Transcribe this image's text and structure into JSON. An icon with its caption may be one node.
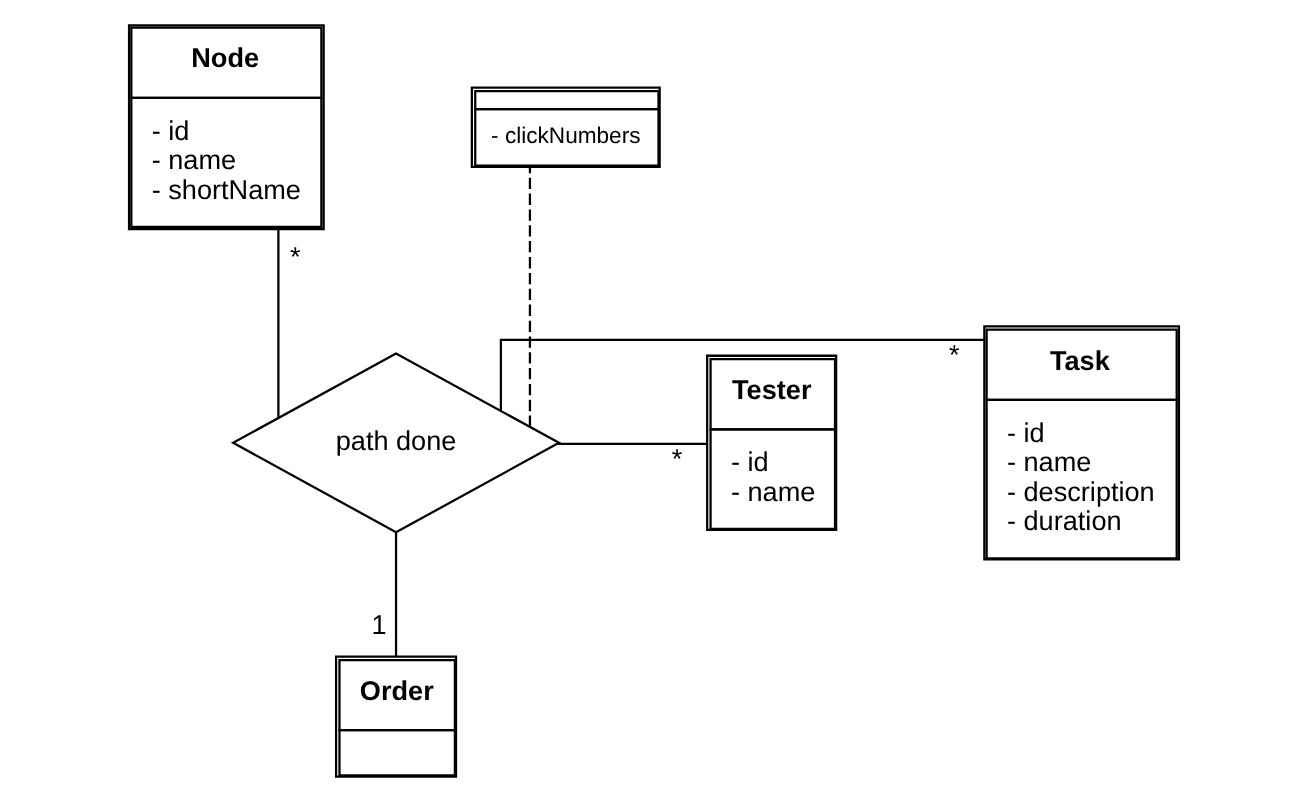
{
  "diagram": {
    "nodes": [
      {
        "text": [
          "Node",
          "- id",
          "- name",
          "- shortName"
        ]
      },
      {
        "text": [
          "Task",
          "- id",
          "- name",
          "- description",
          "- duration"
        ]
      },
      {
        "text": [
          "Tester",
          "- id",
          "- name"
        ]
      },
      {
        "text": [
          "Order"
        ]
      },
      {
        "text": [
          "path done"
        ]
      },
      {
        "text": [
          "- clickNumbers"
        ]
      }
    ],
    "edges": [
      {
        "from": 4,
        "to": 0,
        "arrow": "none",
        "label": "*"
      },
      {
        "from": 4,
        "to": 1,
        "arrow": "none",
        "label": "*"
      },
      {
        "from": 4,
        "to": 2,
        "arrow": "none",
        "label": "*"
      },
      {
        "from": 4,
        "to": 3,
        "arrow": "none",
        "label": "1"
      },
      {
        "from": 4,
        "to": 5,
        "arrow": "none",
        "style": "dashed"
      }
    ]
  }
}
